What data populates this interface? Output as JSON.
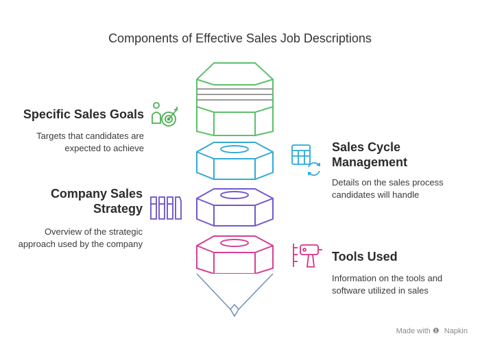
{
  "title": "Components of Effective Sales Job Descriptions",
  "items": [
    {
      "heading": "Specific Sales Goals",
      "description": "Targets that candidates are expected to achieve",
      "icon": "target-person-icon",
      "color": "#4caf50"
    },
    {
      "heading": "Sales Cycle Management",
      "description": "Details on the sales process candidates will handle",
      "icon": "table-cycle-icon",
      "color": "#29a8d8"
    },
    {
      "heading": "Company Sales Strategy",
      "description": "Overview of the strategic approach used by the company",
      "icon": "columns-icon",
      "color": "#6a4fc8"
    },
    {
      "heading": "Tools Used",
      "description": "Information on the tools and software utilized in sales",
      "icon": "drill-icon",
      "color": "#d63384"
    }
  ],
  "footer": {
    "made_with": "Made with",
    "brand": "Napkin"
  }
}
